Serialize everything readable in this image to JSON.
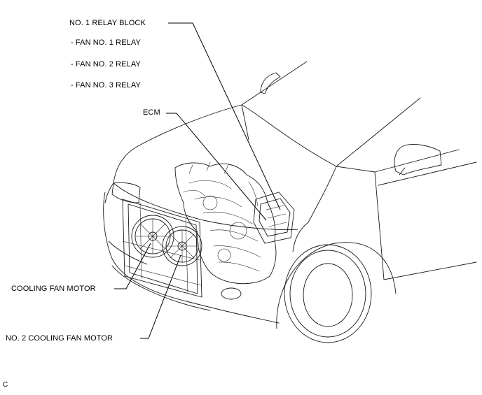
{
  "labels": {
    "relay_block": "NO. 1 RELAY BLOCK",
    "fan1": "- FAN NO. 1 RELAY",
    "fan2": "- FAN NO. 2 RELAY",
    "fan3": "- FAN NO. 3 RELAY",
    "ecm": "ECM",
    "cooling_fan_motor": "COOLING FAN MOTOR",
    "no2_cooling_fan_motor": "NO. 2 COOLING FAN MOTOR",
    "corner_code": "C"
  }
}
